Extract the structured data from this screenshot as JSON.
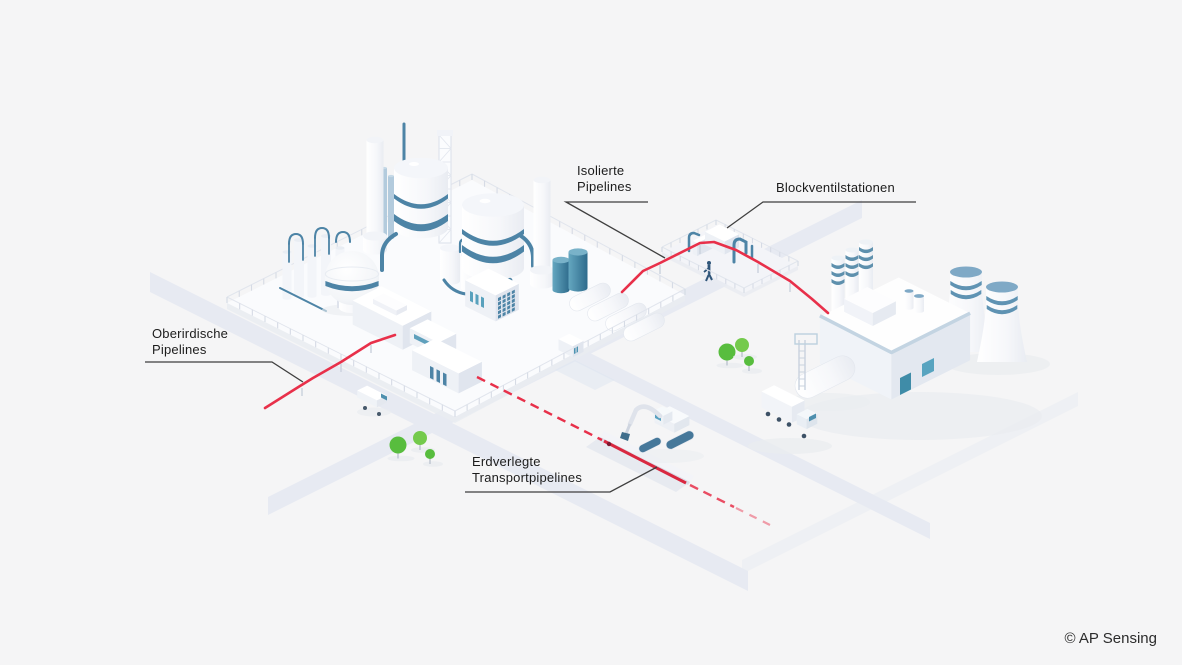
{
  "callouts": {
    "oberirdische": {
      "lines": [
        "Oberirdische",
        "Pipelines"
      ]
    },
    "isolierte": {
      "lines": [
        "Isolierte",
        "Pipelines"
      ]
    },
    "blockventil": {
      "lines": [
        "Blockventilstationen"
      ]
    },
    "erdverlegte": {
      "lines": [
        "Erdverlegte",
        "Transportpipelines"
      ]
    }
  },
  "copyright": "© AP Sensing",
  "palette": {
    "background": "#f5f5f6",
    "platform": "#fafbfd",
    "road": "#e7eaf2",
    "pipeline_red": "#e8304a",
    "pipeline_red_dark": "#d92840",
    "steel_blue": "#4d84a6",
    "teal_accent": "#3f8ca8",
    "light_blue": "#b3cbdd",
    "cooling_tower_blue": "#7fa9c6",
    "band_blue": "#5e90ad",
    "tree_green": "#58bd3e",
    "tree_green_light": "#74ca4c",
    "leader_line": "#3f3f3f",
    "label_text": "#1c1c1c"
  },
  "scene_icons": {
    "refinery": "refinery-plant",
    "block_valve_station": "block-valve-station",
    "power_plant": "power-plant",
    "excavator": "excavator",
    "trench": "pipeline-trench",
    "truck": "truck",
    "van": "van",
    "trees": "trees",
    "worker": "worker-figure"
  }
}
